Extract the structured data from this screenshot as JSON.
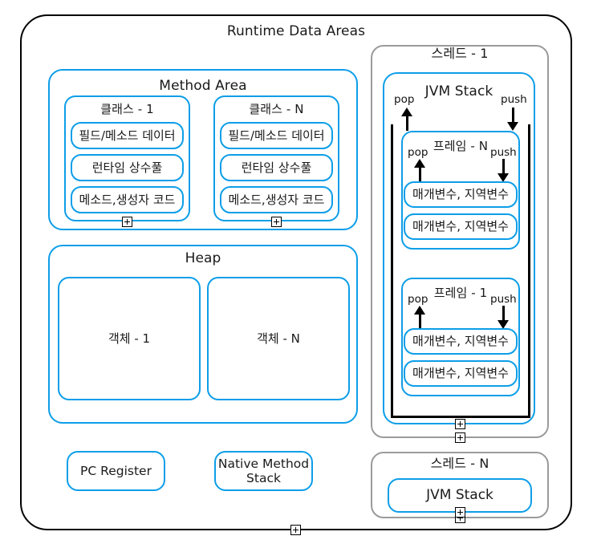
{
  "diagram": {
    "title": "Runtime Data Areas",
    "method_area": {
      "title": "Method Area",
      "classes": [
        {
          "title": "클래스 - 1",
          "rows": [
            "필드/메소드 데이터",
            "런타임 상수풀",
            "메소드,생성자 코드"
          ],
          "collapse_icon": "plus-icon"
        },
        {
          "title": "클래스 - N",
          "rows": [
            "필드/메소드 데이터",
            "런타임 상수풀",
            "메소드,생성자 코드"
          ],
          "collapse_icon": "plus-icon"
        }
      ]
    },
    "heap": {
      "title": "Heap",
      "objects": [
        "객체 - 1",
        "객체 - N"
      ]
    },
    "pc_register": {
      "label": "PC Register"
    },
    "native_method_stack": {
      "label": "Native Method\nStack",
      "line1": "Native Method",
      "line2": "Stack"
    },
    "thread_1": {
      "title": "스레드 - 1",
      "jvm_stack": {
        "title": "JVM Stack",
        "pop_label": "pop",
        "push_label": "push",
        "collapse_icon": "plus-icon",
        "frames": [
          {
            "title": "프레임 - N",
            "pop_label": "pop",
            "push_label": "push",
            "rows": [
              "매개변수, 지역변수",
              "매개변수, 지역변수"
            ]
          },
          {
            "title": "프레임 - 1",
            "pop_label": "pop",
            "push_label": "push",
            "rows": [
              "매개변수, 지역변수",
              "매개변수, 지역변수"
            ]
          }
        ]
      },
      "collapse_icon": "plus-icon"
    },
    "thread_n": {
      "title": "스레드 - N",
      "jvm_stack": {
        "title": "JVM Stack",
        "collapse_icon": "plus-icon"
      },
      "collapse_icon": "plus-icon"
    },
    "root_collapse_icon": "plus-icon",
    "colors": {
      "blue": "#0d9ee8",
      "gray": "#9b9b9b",
      "black": "#000000",
      "background": "#ffffff",
      "text": "#1a1a1a"
    }
  }
}
